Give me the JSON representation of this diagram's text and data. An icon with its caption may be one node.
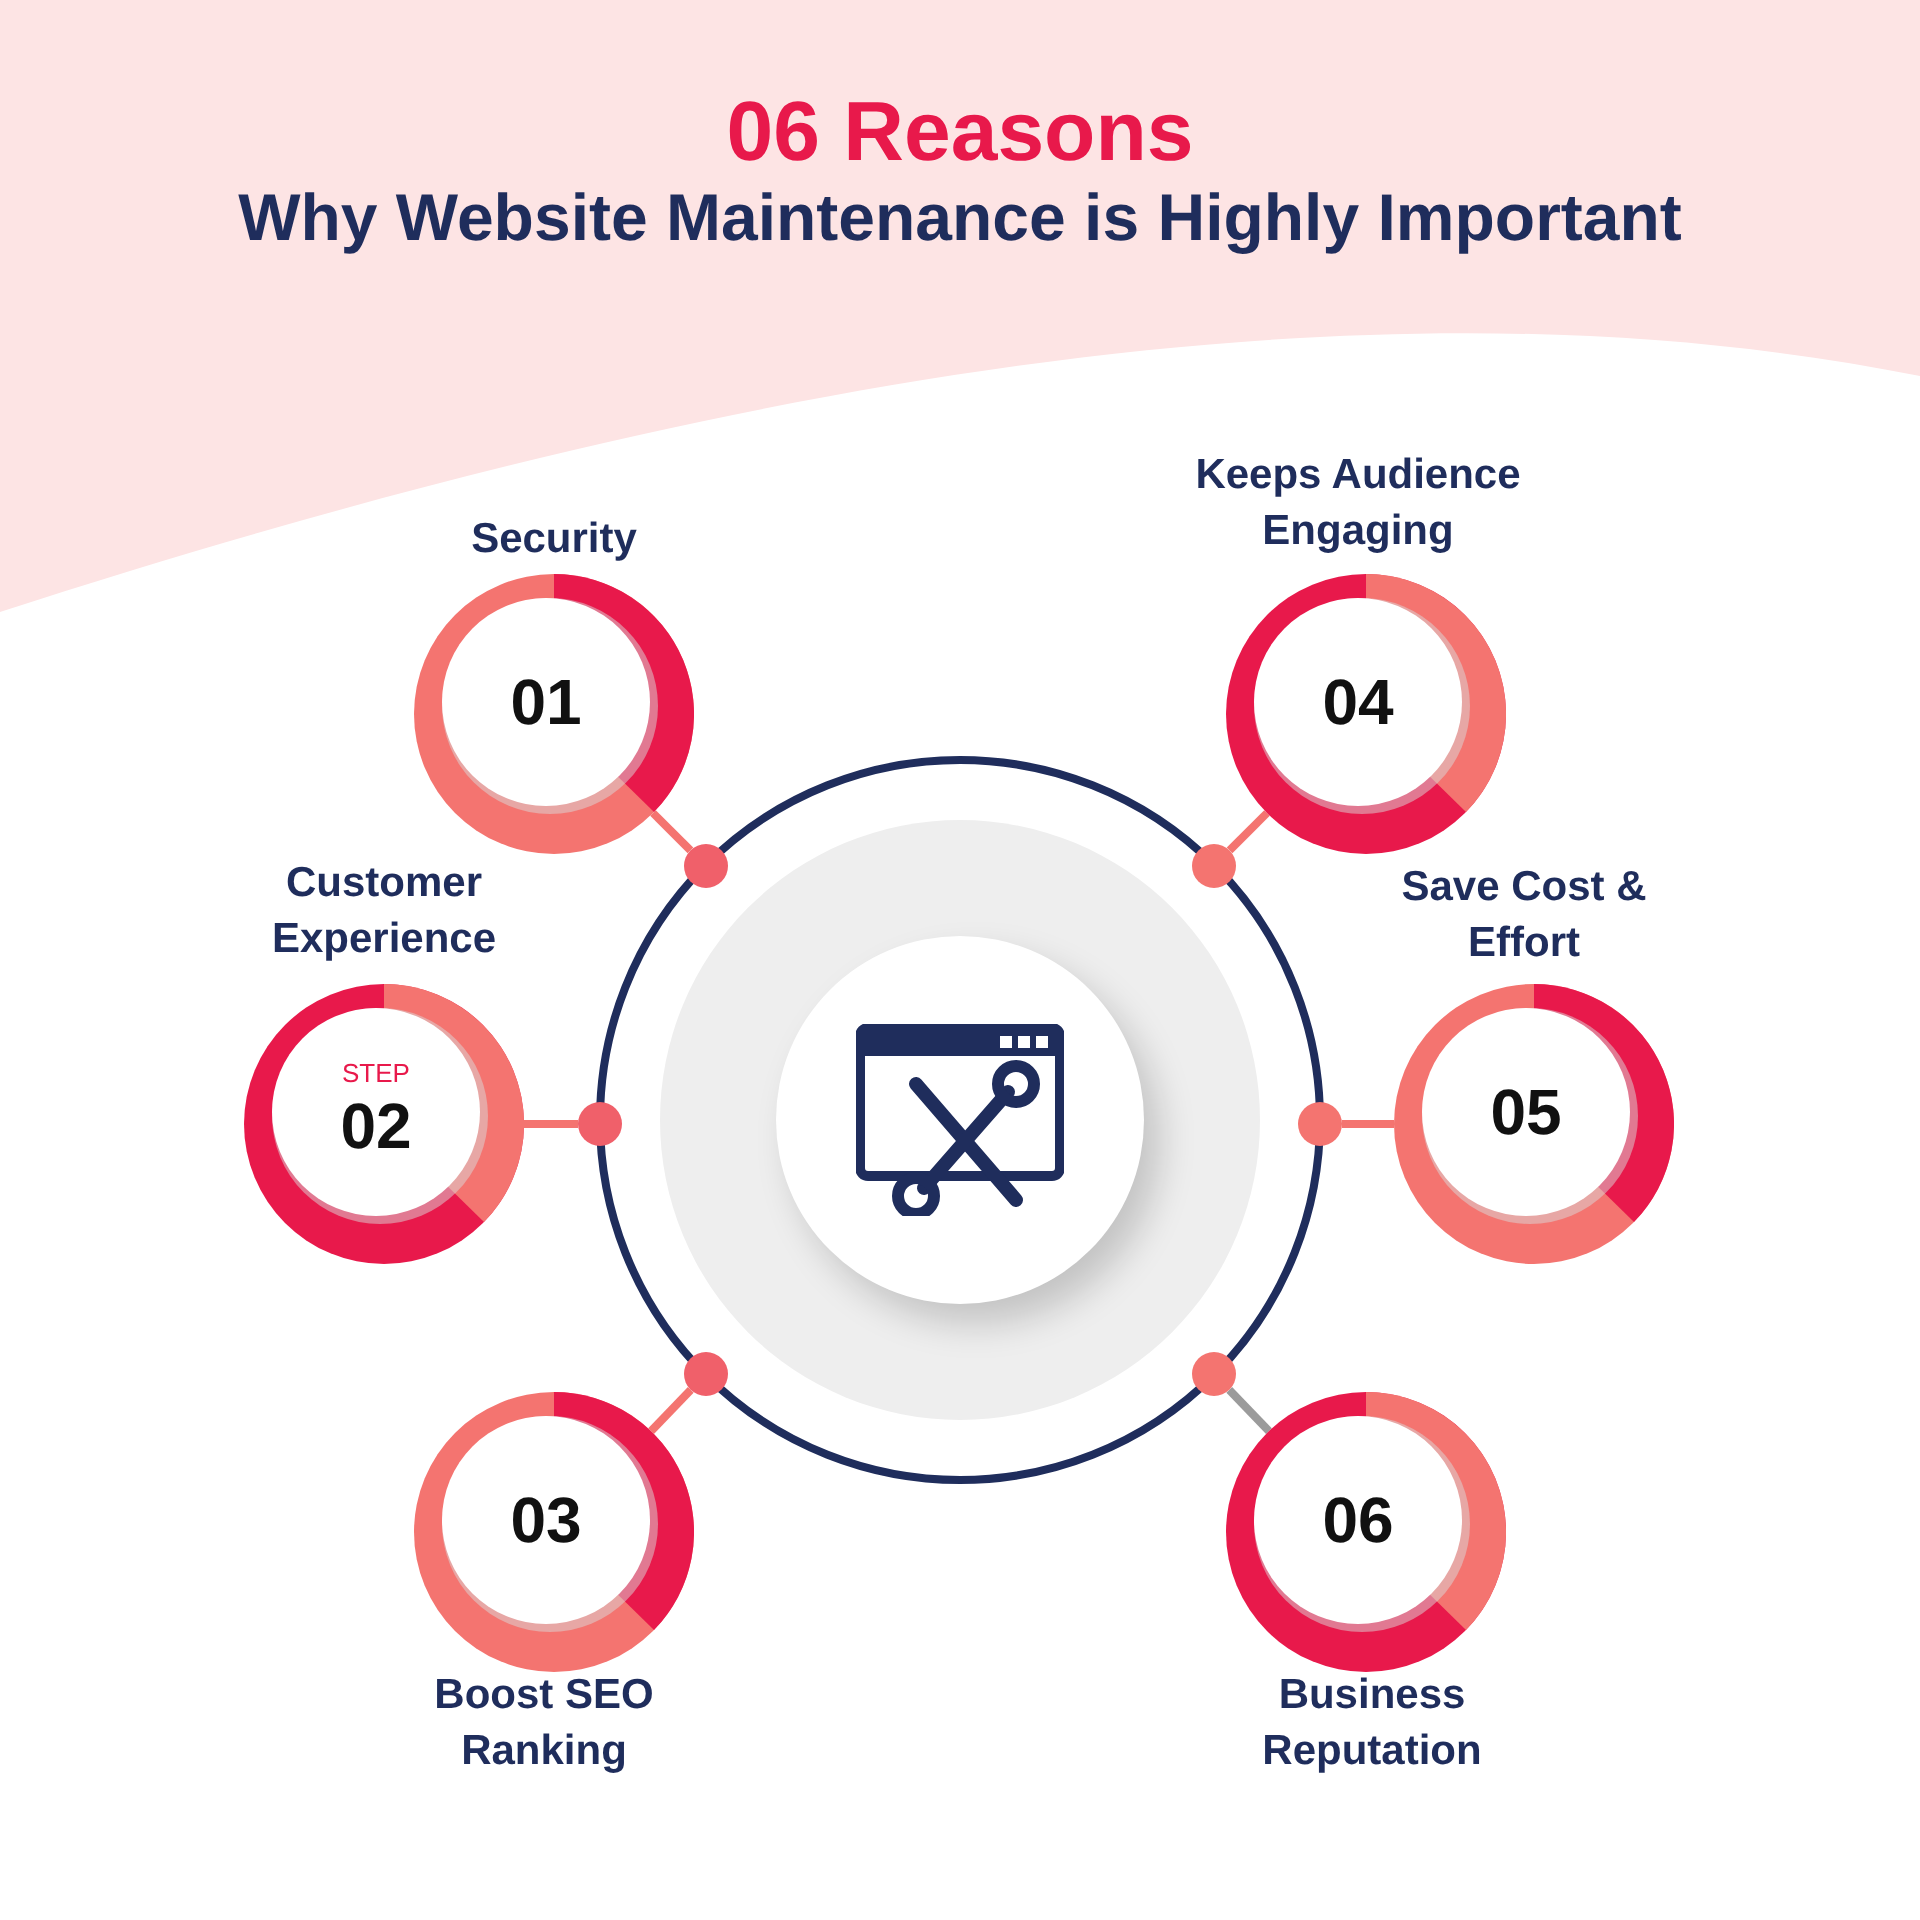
{
  "diagram": {
    "title": "06 Reasons Why Website Maintenance is Highly Important",
    "nodes": [
      {
        "text": [],
        "shape": "circle"
      },
      {
        "text": [
          "01"
        ],
        "beside": [
          "Security"
        ]
      },
      {
        "text": [
          "STEP",
          "02"
        ],
        "beside": [
          "Customer Experience"
        ]
      },
      {
        "text": [
          "03"
        ],
        "beside": [
          "Boost SEO Ranking"
        ]
      },
      {
        "text": [
          "04"
        ],
        "beside": [
          "Keeps Audience Engaging"
        ]
      },
      {
        "text": [
          "05"
        ],
        "beside": [
          "Save Cost & Effort"
        ]
      },
      {
        "text": [
          "06"
        ],
        "beside": [
          "Business Reputation"
        ]
      },
      {
        "text": [],
        "shape": "circle"
      },
      {
        "text": [],
        "shape": "circle"
      },
      {
        "text": [],
        "shape": "circle"
      },
      {
        "text": [],
        "shape": "circle"
      },
      {
        "text": [],
        "shape": "circle"
      },
      {
        "text": [],
        "shape": "circle"
      }
    ],
    "edges": [
      {
        "from": 7,
        "to": 1,
        "arrow": "none"
      },
      {
        "from": 9,
        "to": 2,
        "arrow": "none"
      },
      {
        "from": 11,
        "to": 3,
        "arrow": "none"
      },
      {
        "from": 8,
        "to": 4,
        "arrow": "none"
      },
      {
        "from": 10,
        "to": 5,
        "arrow": "none"
      },
      {
        "from": 12,
        "to": 6,
        "arrow": "none",
        "color": "#9b9b9b"
      }
    ]
  }
}
